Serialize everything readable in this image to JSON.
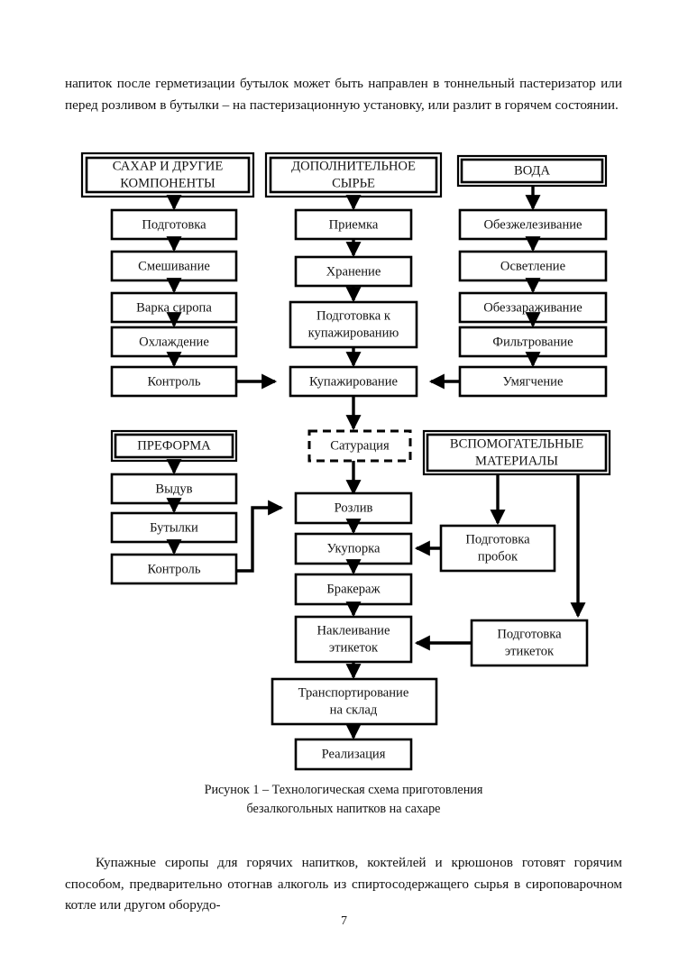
{
  "document": {
    "page_number": "7",
    "paragraph_top": "напиток после герметизации бутылок может быть направлен в тоннельный пастеризатор или перед розливом в бутылки – на пастеризационную установку, или разлит в горячем состоянии.",
    "paragraph_bottom": "Купажные сиропы для горячих напитков, коктейлей и крюшонов готовят горячим способом, предварительно отогнав алкоголь из спиртосодержащего сырья в сироповарочном котле или другом оборудо-",
    "figure_caption_line1": "Рисунок 1 – Технологическая схема приготовления",
    "figure_caption_line2": "безалкогольных напитков на сахаре"
  },
  "flowchart": {
    "colors": {
      "stroke": "#000000",
      "fill": "#ffffff",
      "text": "#121212"
    },
    "headers": {
      "sugar_line1": "САХАР И ДРУГИЕ",
      "sugar_line2": "КОМПОНЕНТЫ",
      "raw_line1": "ДОПОЛНИТЕЛЬНОЕ",
      "raw_line2": "СЫРЬЕ",
      "water": "ВОДА",
      "preform": "ПРЕФОРМА",
      "aux_line1": "ВСПОМОГАТЕЛЬНЫЕ",
      "aux_line2": "МАТЕРИАЛЫ"
    },
    "sugar_branch": [
      "Подготовка",
      "Смешивание",
      "Варка сиропа",
      "Охлаждение",
      "Контроль"
    ],
    "raw_branch": [
      "Приемка",
      "Хранение",
      "Подготовка к",
      "купажированию"
    ],
    "water_branch": [
      "Обезжелезивание",
      "Осветление",
      "Обеззараживание",
      "Фильтрование",
      "Умягчение"
    ],
    "preform_branch": [
      "Выдув",
      "Бутылки",
      "Контроль"
    ],
    "main_line": {
      "blending": "Купажирование",
      "saturation": "Сатурация",
      "filling": "Розлив",
      "capping": "Укупорка",
      "inspection": "Бракераж",
      "labeling_line1": "Наклеивание",
      "labeling_line2": "этикеток",
      "transport_line1": "Транспортирование",
      "transport_line2": "на склад",
      "sale": "Реализация"
    },
    "aux_branch": {
      "caps_line1": "Подготовка",
      "caps_line2": "пробок",
      "labels_line1": "Подготовка",
      "labels_line2": "этикеток"
    }
  }
}
